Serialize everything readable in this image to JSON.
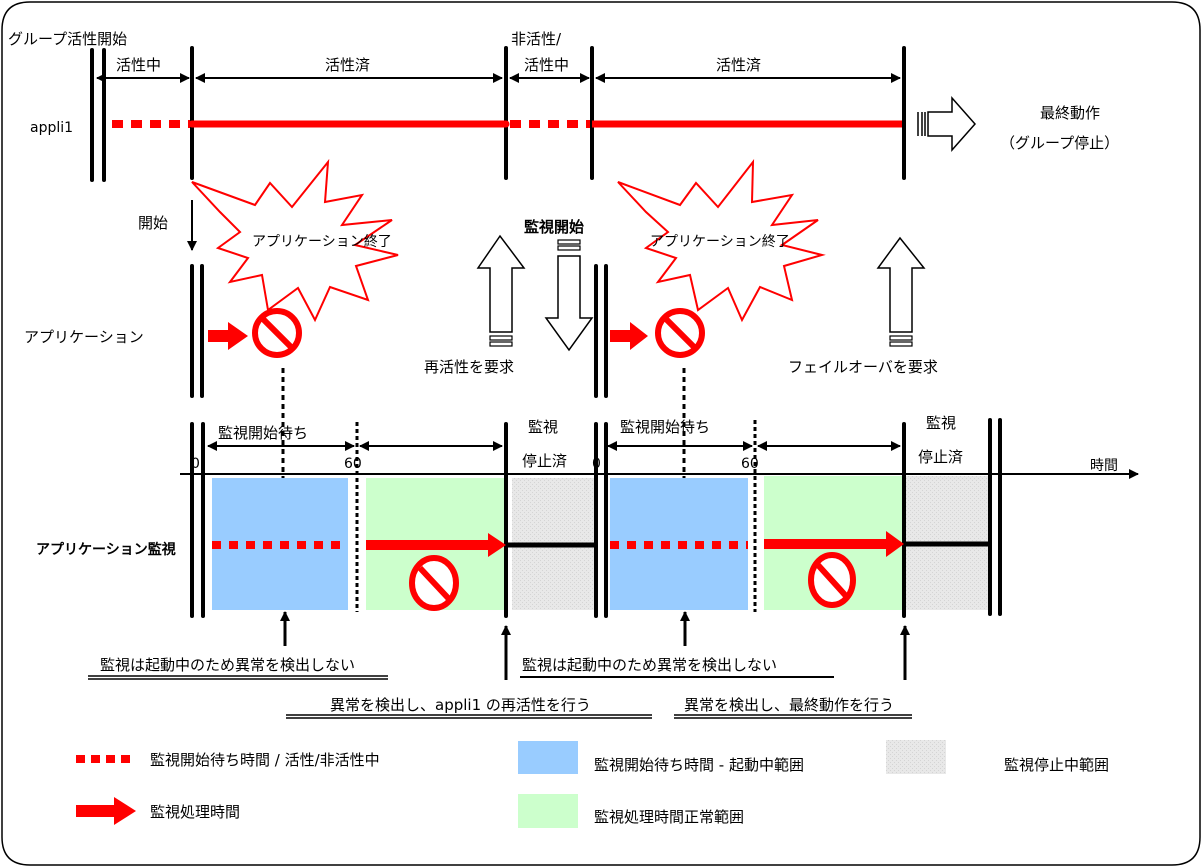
{
  "colors": {
    "red": "#ff0000",
    "blue_range": "#99ccff",
    "green_range": "#ccffcc",
    "gray_range": "#e6e6e6",
    "black": "#000000"
  },
  "top": {
    "group_start_label": "グループ活性開始",
    "resource_label": "appli1",
    "spans": [
      {
        "label": "活性中"
      },
      {
        "label": "活性済"
      },
      {
        "label_line1": "非活性/",
        "label_line2": "活性中"
      },
      {
        "label": "活性済"
      }
    ],
    "final_action_line1": "最終動作",
    "final_action_line2": "（グループ停止）"
  },
  "middle": {
    "start_label": "開始",
    "app_label": "アプリケーション",
    "burst1": "アプリケーション終了",
    "burst2": "アプリケーション終了",
    "reactivate_request": "再活性を要求",
    "monitor_start": "監視開始",
    "failover_request": "フェイルオーバを要求"
  },
  "monitor": {
    "label": "アプリケーション監視",
    "wait_label_1": "監視開始待ち",
    "wait_label_2": "監視開始待ち",
    "stopped_1_line1": "監視",
    "stopped_1_line2": "停止済",
    "stopped_2_line1": "監視",
    "stopped_2_line2": "停止済",
    "tick_0_a": "0",
    "tick_60_a": "60",
    "tick_0_b": "0",
    "tick_60_b": "60",
    "time_axis": "時間"
  },
  "notes": {
    "no_detect_1": "監視は起動中のため異常を検出しない",
    "no_detect_2": "監視は起動中のため異常を検出しない",
    "detect_reactivate": "異常を検出し、appli1 の再活性を行う",
    "detect_final": "異常を検出し、最終動作を行う"
  },
  "legend": {
    "items": [
      {
        "symbol": "red-dashed-line",
        "label": "監視開始待ち時間 / 活性/非活性中"
      },
      {
        "symbol": "red-arrow",
        "label": "監視処理時間"
      },
      {
        "symbol": "blue-box",
        "label": "監視開始待ち時間 - 起動中範囲"
      },
      {
        "symbol": "green-box",
        "label": "監視処理時間正常範囲"
      },
      {
        "symbol": "gray-box",
        "label": "監視停止中範囲"
      }
    ]
  }
}
